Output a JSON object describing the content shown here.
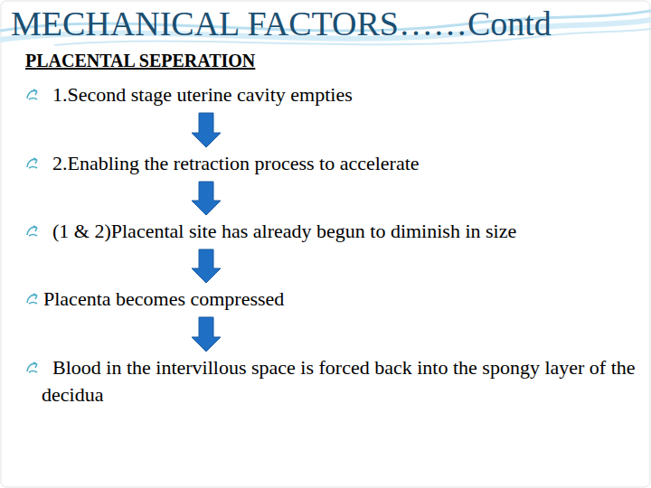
{
  "diagram": {
    "title": "MECHANICAL FACTORS……Contd",
    "nodes": [
      {
        "text": [
          "1.Second stage uterine cavity empties"
        ]
      },
      {
        "text": [
          "2.Enabling the retraction process to accelerate"
        ]
      },
      {
        "text": [
          "(1 & 2)Placental site has already begun to diminish in size"
        ]
      },
      {
        "text": [
          "Placenta  becomes compressed"
        ]
      },
      {
        "text": [
          "Blood in the intervillous space is forced back into the spongy layer of the decidua"
        ]
      }
    ],
    "edges": [
      {
        "from": 0,
        "to": 1,
        "arrow": "to"
      },
      {
        "from": 1,
        "to": 2,
        "arrow": "to"
      },
      {
        "from": 2,
        "to": 3,
        "arrow": "to"
      },
      {
        "from": 3,
        "to": 4,
        "arrow": "to"
      }
    ],
    "labels": [
      "PLACENTAL SEPERATION"
    ]
  }
}
